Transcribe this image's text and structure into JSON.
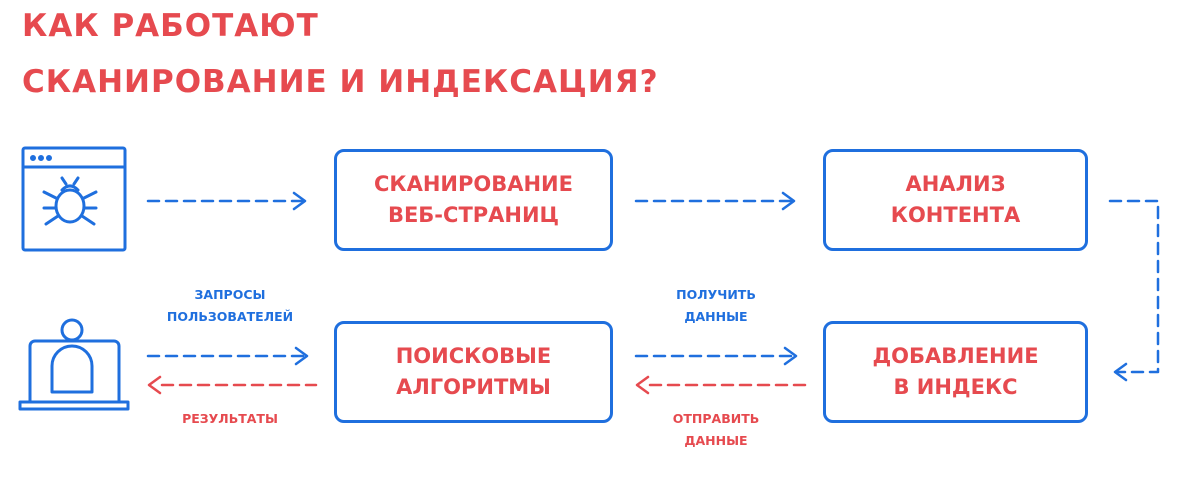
{
  "colors": {
    "accent_red": "#e64a4f",
    "accent_blue": "#1f6fde"
  },
  "icons": {
    "browser": "browser-bug-icon",
    "user": "laptop-user-icon"
  },
  "title": {
    "line1": "КАК РАБОТАЮТ",
    "line2": "СКАНИРОВАНИЕ И ИНДЕКСАЦИЯ?"
  },
  "nodes": {
    "crawl": {
      "line1": "СКАНИРОВАНИЕ",
      "line2": "ВЕБ-СТРАНИЦ"
    },
    "analyze": {
      "line1": "АНАЛИЗ",
      "line2": "КОНТЕНТА"
    },
    "search": {
      "line1": "ПОИСКОВЫЕ",
      "line2": "АЛГОРИТМЫ"
    },
    "index": {
      "line1": "ДОБАВЛЕНИЕ",
      "line2": "В ИНДЕКС"
    }
  },
  "labels": {
    "queries": {
      "line1": "ЗАПРОСЫ",
      "line2": "ПОЛЬЗОВАТЕЛЕЙ"
    },
    "results": "РЕЗУЛЬТАТЫ",
    "get_data": {
      "line1": "ПОЛУЧИТЬ",
      "line2": "ДАННЫЕ"
    },
    "send_data": {
      "line1": "ОТПРАВИТЬ",
      "line2": "ДАННЫЕ"
    }
  }
}
